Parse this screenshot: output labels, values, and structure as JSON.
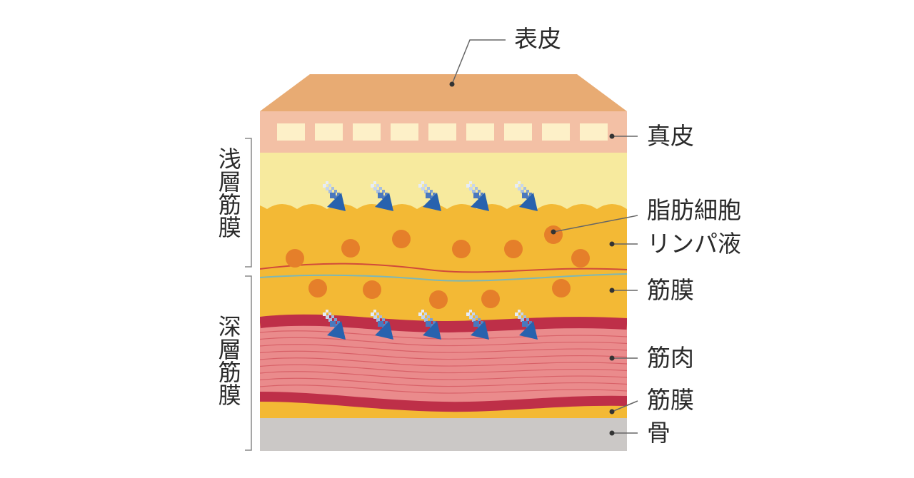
{
  "labels": {
    "epidermis": "表皮",
    "dermis": "真皮",
    "fat_cells": "脂肪細胞",
    "lymph": "リンパ液",
    "fascia_upper": "筋膜",
    "muscle": "筋肉",
    "fascia_lower": "筋膜",
    "bone": "骨",
    "superficial_fascia": "浅層筋膜",
    "deep_fascia": "深層筋膜"
  },
  "colors": {
    "epidermis": "#e8ab73",
    "dermis": "#f3c0a5",
    "dermis_cells": "#fdf0c8",
    "upper_fat": "#f7ea9e",
    "fat": "#f3b935",
    "fat_dot": "#e57f2a",
    "muscle": "#ea8b8c",
    "muscle_border": "#be2f48",
    "bone": "#cbc8c6",
    "arrow": "#2862ae",
    "line_red": "#d14b3a",
    "line_teal": "#7cb7b7"
  }
}
